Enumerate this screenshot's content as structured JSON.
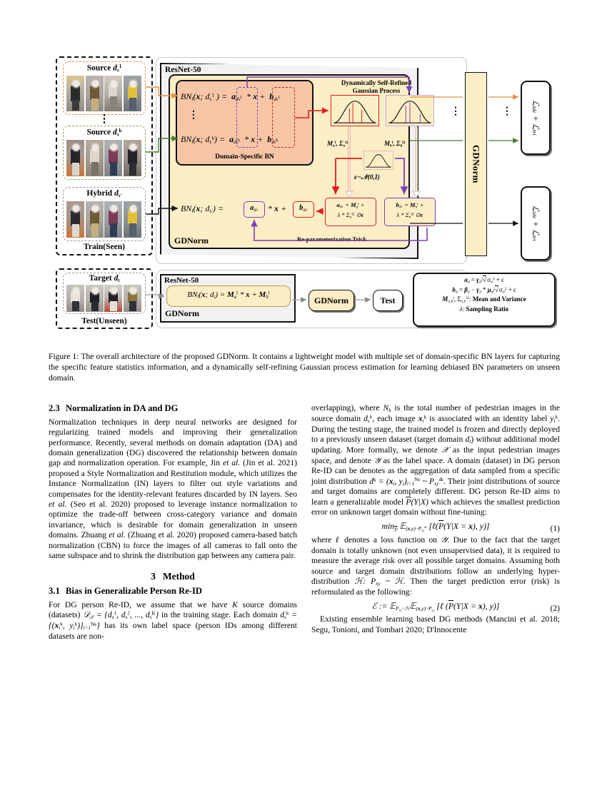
{
  "figure": {
    "train_group": {
      "label_bottom": "Train(Seen)",
      "panels": [
        {
          "title": "Source d",
          "sub": "s",
          "sup": "1"
        },
        {
          "title": "Source d",
          "sub": "s",
          "sup": "k"
        },
        {
          "title": "Hybrid d",
          "sub": "s'",
          "sup": ""
        }
      ],
      "ellipsis": "⋮"
    },
    "test_group": {
      "label_top": "Target d",
      "label_top_sub": "t",
      "label_bottom": "Test(Unseen)"
    },
    "train_backbone": {
      "title": "ResNet-50",
      "dsbn_label": "Domain-Specific BN",
      "gdnorm_label": "GDNorm",
      "reparam_label": "Re-parameterization Trick",
      "gp_title_line1": "Dynamically Self-Refined",
      "gp_title_line2": "Gaussian Process",
      "eq_source_1": "BN_l(x; d_s^1) = a_{d_s^1} * x + b_{d_s^1}",
      "eq_source_k": "BN_l(x; d_s^k) = a_{d_s^k} * x + b_{d_s^k}",
      "eq_hybrid": "BN_l(x; d_s') = a_{d_s'} * x + b_{d_s'}",
      "stat_a": "M_a^l, Σ_a^{l2}",
      "stat_b": "M_b^l, Σ_b^{l2}",
      "noise": "ε ~ N(0, I)",
      "reparam_a_line1": "a_{d_s'} = M_a^l +",
      "reparam_a_line2": "λ * Σ_a^{l2} ⊙ ε",
      "reparam_b_line1": "b_{d_s'} = M_b^l +",
      "reparam_b_line2": "λ * Σ_b^{l2} ⊙ ε"
    },
    "test_backbone": {
      "title": "ResNet-50",
      "gdnorm_label": "GDNorm",
      "equation": "BN_l(x; d_t) = M_a^l * x + M_b^l"
    },
    "gdnorm_bar": "GDNorm",
    "gdnorm_test_box": "GDNorm",
    "test_box": "Test",
    "loss_box_top": "L_ide + L_tri",
    "loss_box_bottom": "L_ide + L_tri",
    "vertical_dots": "⋮",
    "legend": {
      "line1": "a_d = γ_d / sqrt(σ_d^2 + ε)",
      "line2": "b_d = β_d − γ_d * μ_d / sqrt(σ_d^2 + ε)",
      "line3": "M_{a,b}^l, Σ_{a,b}^{l2}: Mean and Variance",
      "line4": "λ: Sampling Ratio"
    },
    "colors": {
      "cream": "#fdeec6",
      "peach": "#f7c6a6",
      "red": "#e01b1b",
      "purple": "#7b3fb5",
      "orange": "#e0913f",
      "green": "#4d7a33",
      "black": "#111111"
    }
  },
  "caption": {
    "label": "Figure 1:",
    "text": " The overall architecture of the proposed GDNorm. It contains a lightweight model with multiple set of domain-specific BN layers for capturing the specific feature statistics information, and a dynamically self-refining Gaussian process estimation for learning debiased BN parameters on unseen domain."
  },
  "left_column": {
    "section_num": "2.3",
    "section_title": "Normalization in DA and DG",
    "para1_a": "Normalization techniques in deep neural networks are designed for regularizing trained models and improving their generalization performance. Recently, several methods on domain adaptation (DA) and domain generalization (DG) discovered the relationship between domain gap and normalization operation. For example, Jin ",
    "para1_italic1": "et al.",
    "para1_b": " (Jin et al. 2021) proposed a Style Normalization and Restitution module, which utilizes the Instance Normalization (IN) layers to filter out style variations and compensates for the identity-relevant features discarded by IN layers. Seo ",
    "para1_italic2": "et al.",
    "para1_c": " (Seo et al. 2020) proposed to leverage instance normalization to optimize the trade-off between cross-category variance and domain invariance, which is desirable for domain generalization in unseen domains. Zhuang ",
    "para1_italic3": "et al.",
    "para1_d": " (Zhuang et al. 2020) proposed camera-based batch normalization (CBN) to force the images of all cameras to fall onto the same subspace and to shrink the distribution gap between any camera pair.",
    "method_num": "3",
    "method_title": "Method",
    "sub_num": "3.1",
    "sub_title": "Bias in Generalizable Person Re-ID",
    "para2_a": "For DG person Re-ID, we assume that we have ",
    "para2_K": "K",
    "para2_b": " source domains (datasets) ",
    "para2_math1": "D_S = {d_s^1, d_s^2, ..., d_s^K}",
    "para2_c": " in the training stage. Each domain ",
    "para2_math2": "d_s^k = {(x_i^k, y_i^k)}_{i=1}^{N_k}",
    "para2_d": " has its own label space (person IDs among different datasets are non-"
  },
  "right_column": {
    "para1_a": "overlapping), where ",
    "para1_Nk": "N_k",
    "para1_b": " is the total number of pedestrian images in the source domain ",
    "para1_dsk": "d_s^k",
    "para1_c": ", each image ",
    "para1_xik": "x_i^k",
    "para1_d": " is associated with an identity label ",
    "para1_yik": "y_i^k",
    "para1_e": ". During the testing stage, the trained model is frozen and directly deployed to a previously unseen dataset (target domain ",
    "para1_dt": "d_t",
    "para1_f": ") without additional model updating. More formally, we denote ",
    "para1_X": "X",
    "para1_g": " as the input pedestrian images space, and denote ",
    "para1_Y": "Y",
    "para1_h": " as the label space. A domain (dataset) in DG person Re-ID can be denotes as the aggregation of data sampled from a specific joint distribution ",
    "para1_math": "d^k = (x_i, y_i)_{i=1}^{N_k} ~ P_xy^{d^k}",
    "para1_i": ". Their joint distributions of source and target domains are completely different. DG person Re-ID aims to learn a generalizable model ",
    "para1_model": "P(Y|X)",
    "para1_j": " which achieves the smallest prediction error on unknown target domain without fine-tuning:",
    "eq1": "min_P E_{(x,y)~P_xy^{d_t}} [ℓ(P(Y|X = x), y)]",
    "eq1_num": "(1)",
    "para2_a": "where ",
    "para2_ell": "ℓ",
    "para2_b": " denotes a loss function on ",
    "para2_Y": "Y",
    "para2_c": ". Due to the fact that the target domain is totally unknown (not even unsupervised data), it is required to measure the average risk over all possible target domains. Assuming both source and target domain distributions follow an underlying hyper-distribution ",
    "para2_H": "H: P_xy ~ H",
    "para2_d": ". Then the target prediction error (risk) is reformulated as the following:",
    "eq2": "E := E_{P_xy~H} E_{(x,y)~P_xy} [ℓ (P(Y|X = x), y)]",
    "eq2_num": "(2)",
    "para3": "Existing ensemble learning based DG methods (Mancini et al. 2018; Segu, Tonioni, and Tombari 2020; D'Innocente"
  }
}
